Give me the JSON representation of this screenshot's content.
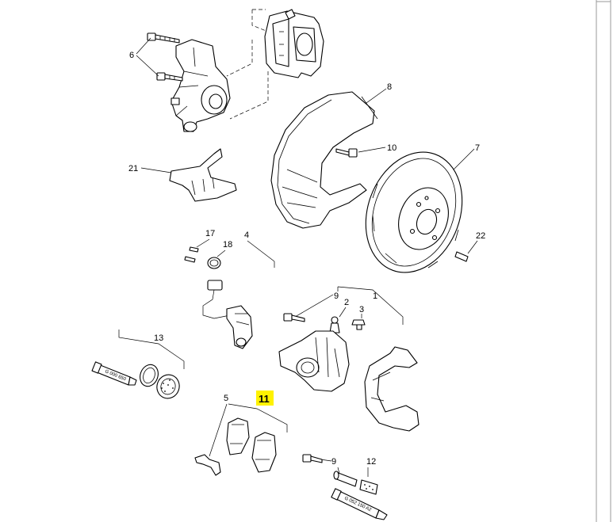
{
  "callouts": {
    "c1": "1",
    "c2": "2",
    "c3": "3",
    "c4": "4",
    "c5": "5",
    "c6": "6",
    "c7": "7",
    "c8": "8",
    "c9a": "9",
    "c9b": "9",
    "c10": "10",
    "c11": "11",
    "c12": "12",
    "c13": "13",
    "c17": "17",
    "c18": "18",
    "c21": "21",
    "c22": "22"
  },
  "highlight": {
    "callout": "11",
    "color": "#fff200"
  },
  "printed_text": {
    "tube_a": "G 000 650",
    "tube_b": "G 052 150 A2"
  },
  "colors": {
    "line": "#000000",
    "background": "#ffffff",
    "frame": "#9a9a9a"
  }
}
